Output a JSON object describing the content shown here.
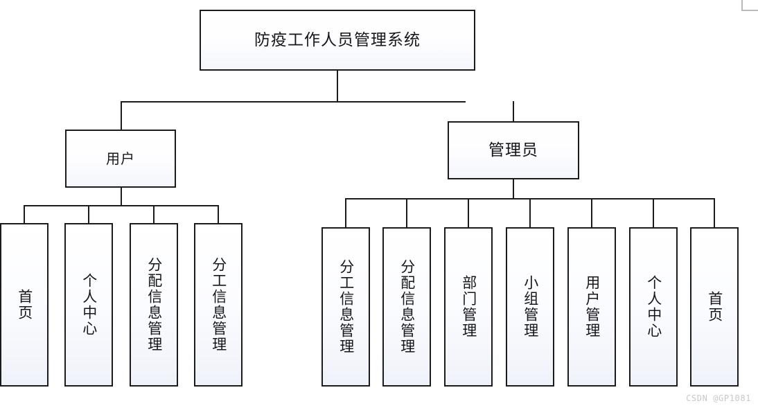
{
  "diagram": {
    "type": "organization-tree",
    "title": "防疫工作人员管理系统",
    "root": {
      "label": "防疫工作人员管理系统"
    },
    "branches": [
      {
        "id": "user",
        "label": "用户",
        "children": [
          {
            "label": "首页"
          },
          {
            "label": "个人中心"
          },
          {
            "label": "分配信息管理"
          },
          {
            "label": "分工信息管理"
          }
        ]
      },
      {
        "id": "admin",
        "label": "管理员",
        "children": [
          {
            "label": "分工信息管理"
          },
          {
            "label": "分配信息管理"
          },
          {
            "label": "部门管理"
          },
          {
            "label": "小组管理"
          },
          {
            "label": "用户管理"
          },
          {
            "label": "个人中心"
          },
          {
            "label": "首页"
          }
        ]
      }
    ]
  },
  "watermark": {
    "text": "CSDN @GP1081"
  },
  "colors": {
    "stroke": "#1b1b1b",
    "background": "#ffffff",
    "watermark": "#c6c8cc"
  }
}
